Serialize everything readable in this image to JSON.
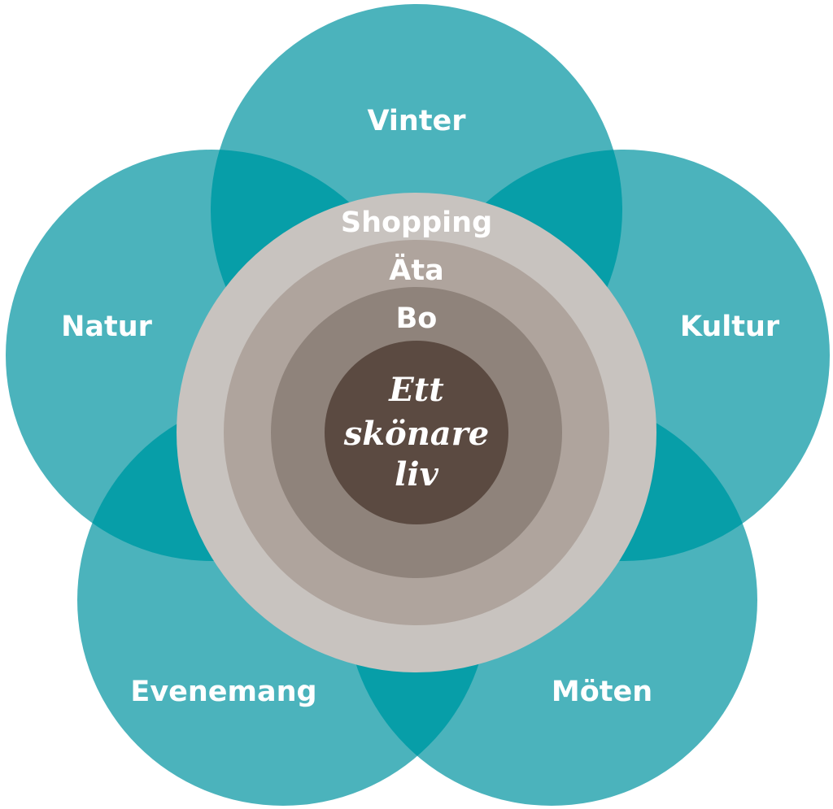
{
  "colors": {
    "petal": "#4bb3bc",
    "overlap": "#079ea8",
    "ring_outer": "#c8c3bf",
    "ring_middle": "#afa49d",
    "ring_inner": "#8f837b",
    "core": "#5b4a41",
    "label": "#ffffff"
  },
  "petals": [
    {
      "key": "vinter",
      "label": "Vinter"
    },
    {
      "key": "natur",
      "label": "Natur"
    },
    {
      "key": "kultur",
      "label": "Kultur"
    },
    {
      "key": "evenemang",
      "label": "Evenemang"
    },
    {
      "key": "moten",
      "label": "Möten"
    }
  ],
  "rings": [
    {
      "key": "shopping",
      "label": "Shopping"
    },
    {
      "key": "ata",
      "label": "Äta"
    },
    {
      "key": "bo",
      "label": "Bo"
    }
  ],
  "core": {
    "lines": [
      "Ett",
      "skönare",
      "liv"
    ]
  }
}
